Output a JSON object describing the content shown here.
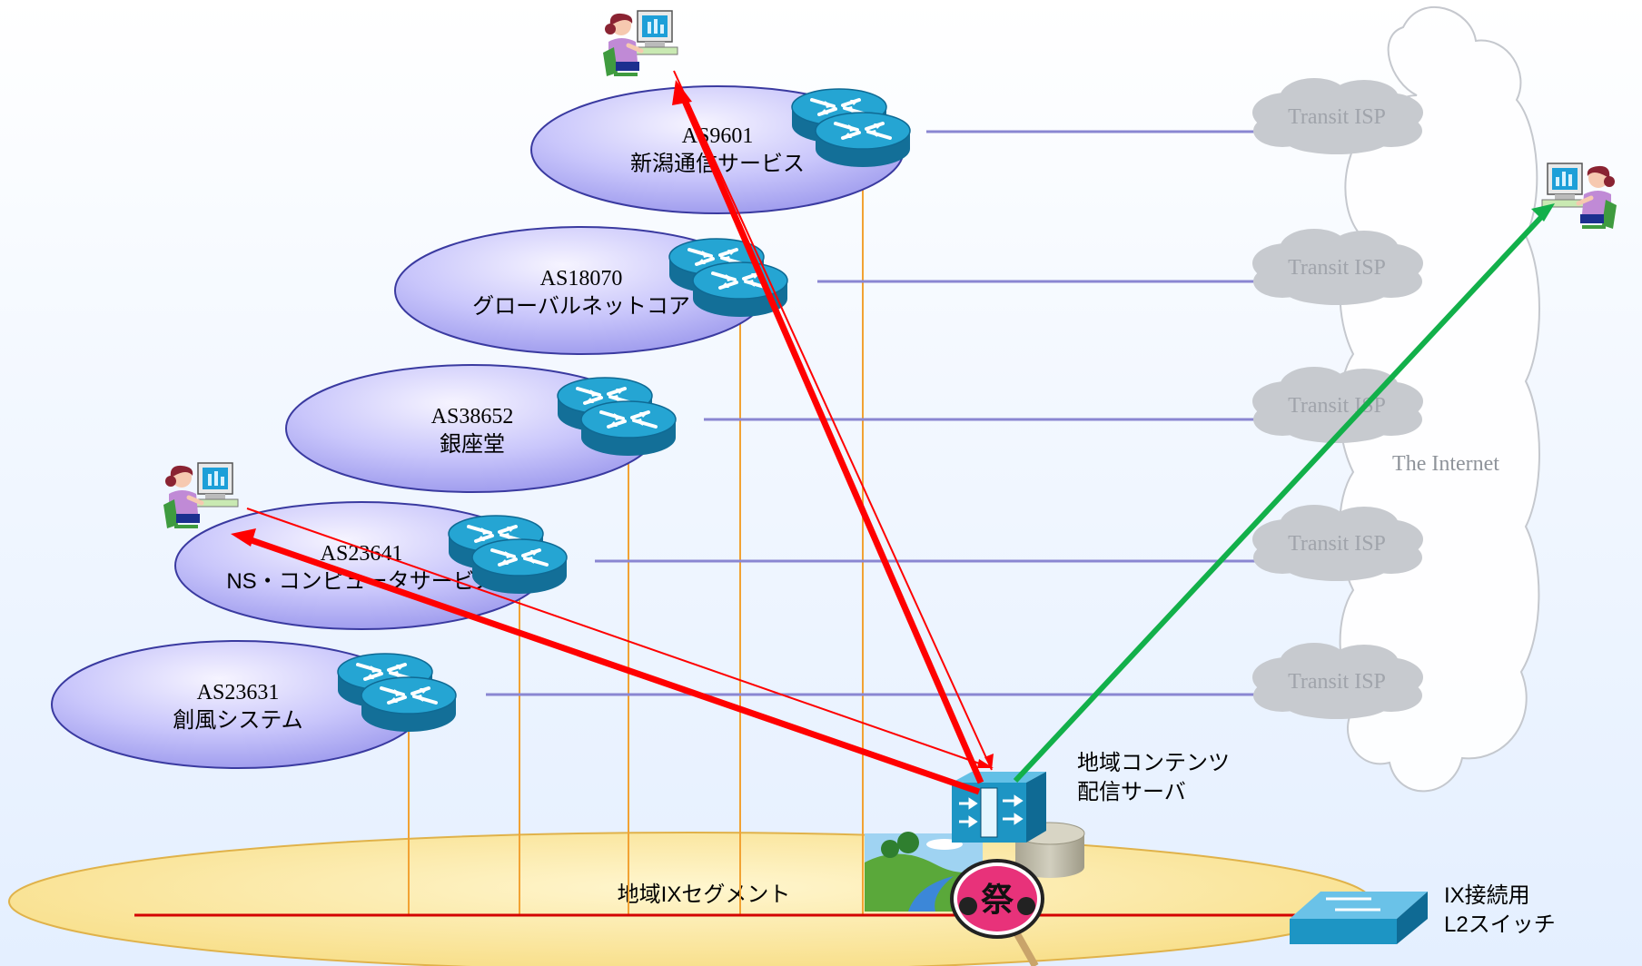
{
  "as_networks": [
    {
      "asn": "AS9601",
      "name": "新潟通信サービス"
    },
    {
      "asn": "AS18070",
      "name": "グローバルネットコア"
    },
    {
      "asn": "AS38652",
      "name": "銀座堂"
    },
    {
      "asn": "AS23641",
      "name": "NS・コンピュータサービス"
    },
    {
      "asn": "AS23631",
      "name": "創風システム"
    }
  ],
  "transit_isps": [
    "Transit ISP",
    "Transit ISP",
    "Transit ISP",
    "Transit ISP",
    "Transit ISP"
  ],
  "internet_label": "The Internet",
  "server_label_line1": "地域コンテンツ",
  "server_label_line2": "配信サーバ",
  "ix_segment_label": "地域IXセグメント",
  "switch_label_line1": "IX接続用",
  "switch_label_line2": "L2スイッチ",
  "festival_char": "祭",
  "colors": {
    "as_fill_top": "#ece9ff",
    "as_fill_bottom": "#9d9aee",
    "as_stroke": "#3a3aa0",
    "router": "#1d95c4",
    "link_line": "#8a86d2",
    "drop_line": "#f0a030",
    "ix_fill": "#fbe9a2",
    "ix_line": "#d40000",
    "traffic_red": "#ff0000",
    "traffic_green": "#12b04a",
    "cloud": "#c7cacf"
  }
}
